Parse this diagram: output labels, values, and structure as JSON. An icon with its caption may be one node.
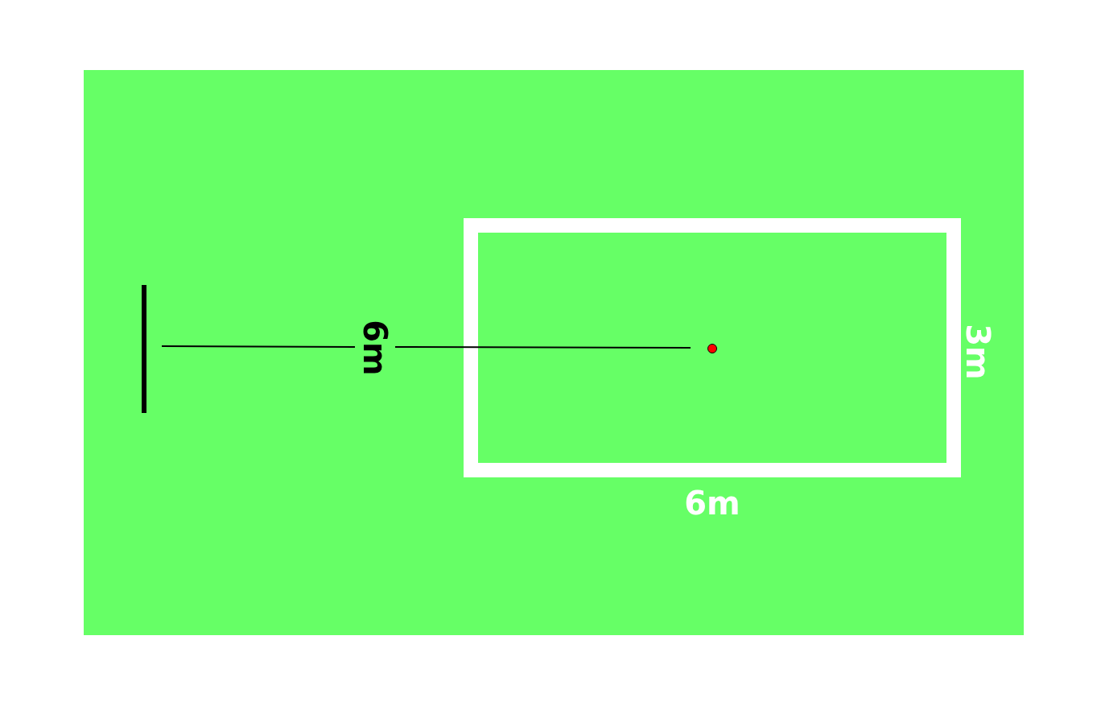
{
  "diagram": {
    "labels": [
      "6m",
      "3m",
      "6m"
    ]
  }
}
